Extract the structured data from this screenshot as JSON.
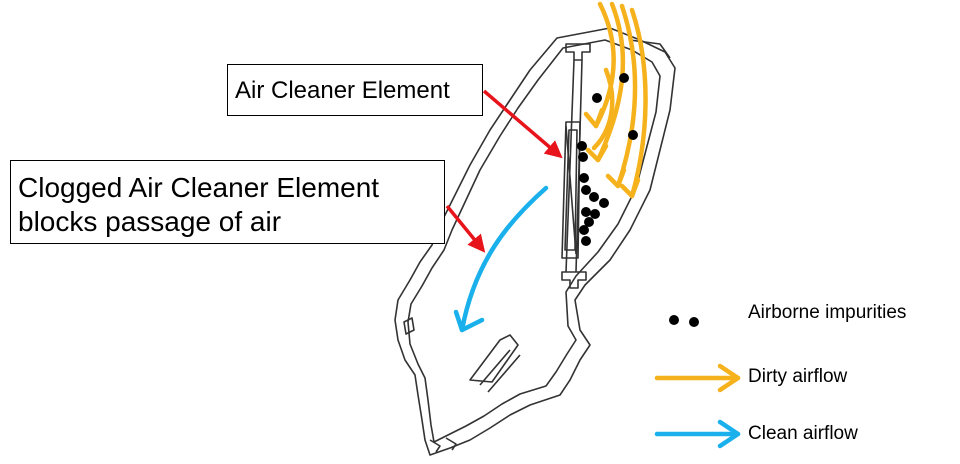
{
  "callouts": {
    "element": "Air Cleaner Element",
    "clogged_line1": "Clogged Air Cleaner Element",
    "clogged_line2": "blocks passage of air"
  },
  "legend": {
    "impurities": "Airborne impurities",
    "dirty": "Dirty airflow",
    "clean": "Clean airflow"
  },
  "colors": {
    "dirty_airflow": "#f5b21c",
    "clean_airflow": "#1ab0ec",
    "pointer_arrow": "#e8141b",
    "impurity_dot": "#000000",
    "outline": "#333333"
  }
}
